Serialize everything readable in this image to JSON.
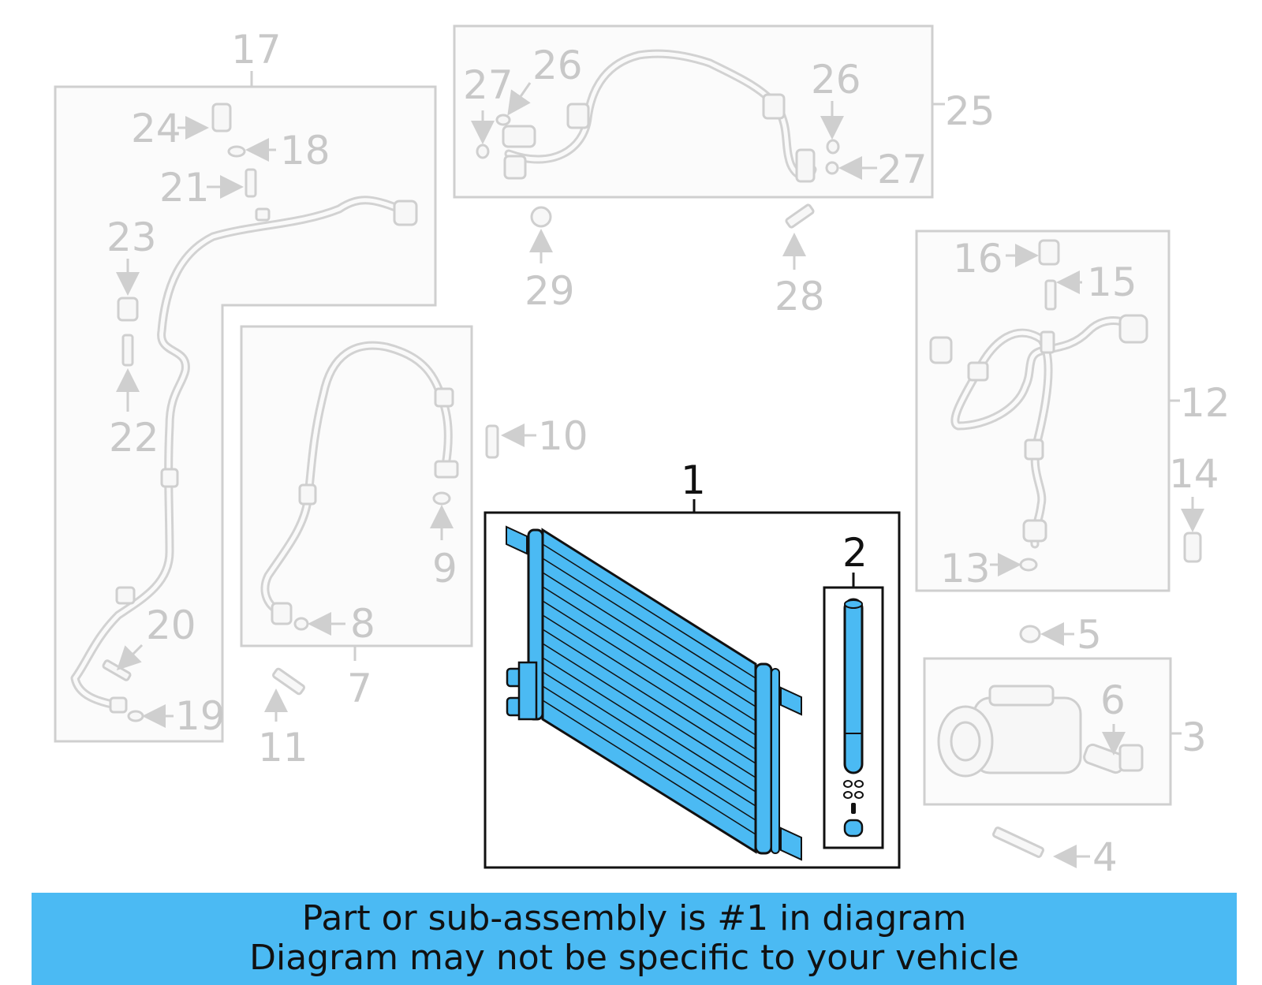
{
  "colors": {
    "highlight": "#4bbaf3",
    "outline": "#111111",
    "ghost": "#cfcfcf",
    "banner": "#4bbaf3"
  },
  "callouts": {
    "c1": "1",
    "c2": "2",
    "c3": "3",
    "c4": "4",
    "c5": "5",
    "c6": "6",
    "c7": "7",
    "c8": "8",
    "c9": "9",
    "c10": "10",
    "c11": "11",
    "c12": "12",
    "c13": "13",
    "c14": "14",
    "c15": "15",
    "c16": "16",
    "c17": "17",
    "c18": "18",
    "c19": "19",
    "c20": "20",
    "c21": "21",
    "c22": "22",
    "c23": "23",
    "c24": "24",
    "c25": "25",
    "c26a": "26",
    "c26b": "26",
    "c27a": "27",
    "c27b": "27",
    "c28": "28",
    "c29": "29"
  },
  "banner": {
    "line1": "Part or sub-assembly is #1 in diagram",
    "line2": "Diagram may not be specific to your vehicle"
  }
}
